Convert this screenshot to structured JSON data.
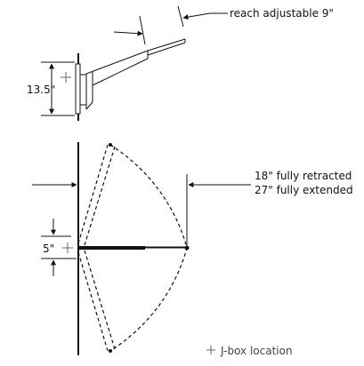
{
  "labels": {
    "reach": "reach adjustable 9\"",
    "height": "13.5\"",
    "retracted": "18\" fully retracted",
    "extended": "27\" fully extended",
    "offset": "5\"",
    "legend": "J-box location"
  },
  "colors": {
    "line": "#111111",
    "jbox": "#666666"
  },
  "icons": {
    "jbox": "plus-icon"
  }
}
